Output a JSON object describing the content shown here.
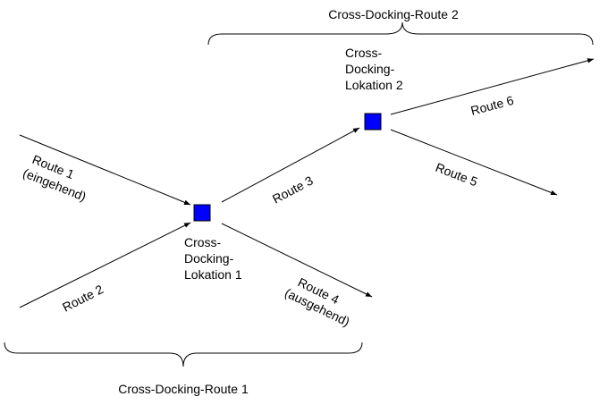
{
  "colors": {
    "node_fill": "#0000ff",
    "line": "#000000",
    "background": "#ffffff"
  },
  "group_labels": {
    "top": "Cross-Docking-Route 2",
    "bottom": "Cross-Docking-Route 1"
  },
  "nodes": {
    "location_1": [
      "Cross-",
      "Docking-",
      "Lokation 1"
    ],
    "location_2": [
      "Cross-",
      "Docking-",
      "Lokation 2"
    ]
  },
  "routes": {
    "route_1": [
      "Route 1",
      "(eingehend)"
    ],
    "route_2": "Route 2",
    "route_3": "Route 3",
    "route_4": [
      "Route 4",
      "(ausgehend)"
    ],
    "route_5": "Route 5",
    "route_6": "Route 6"
  }
}
